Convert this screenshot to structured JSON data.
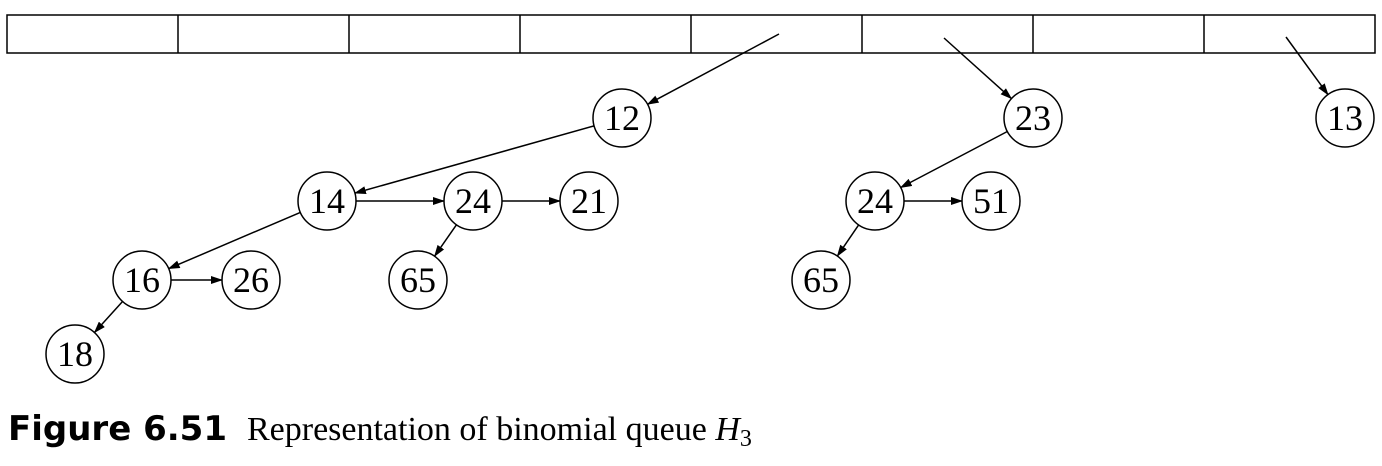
{
  "array": {
    "slots": 8
  },
  "trees": {
    "nodes": [
      {
        "id": "n12",
        "label": "12"
      },
      {
        "id": "n14",
        "label": "14"
      },
      {
        "id": "n24a",
        "label": "24"
      },
      {
        "id": "n21",
        "label": "21"
      },
      {
        "id": "n16",
        "label": "16"
      },
      {
        "id": "n26",
        "label": "26"
      },
      {
        "id": "n65a",
        "label": "65"
      },
      {
        "id": "n18",
        "label": "18"
      },
      {
        "id": "n23",
        "label": "23"
      },
      {
        "id": "n24b",
        "label": "24"
      },
      {
        "id": "n51",
        "label": "51"
      },
      {
        "id": "n65b",
        "label": "65"
      },
      {
        "id": "n13",
        "label": "13"
      }
    ],
    "edges": [
      {
        "from": "slot4",
        "to": "n12"
      },
      {
        "from": "slot5",
        "to": "n23"
      },
      {
        "from": "slot7",
        "to": "n13"
      },
      {
        "from": "n12",
        "to": "n14"
      },
      {
        "from": "n14",
        "to": "n24a"
      },
      {
        "from": "n24a",
        "to": "n21"
      },
      {
        "from": "n14",
        "to": "n16"
      },
      {
        "from": "n16",
        "to": "n26"
      },
      {
        "from": "n24a",
        "to": "n65a"
      },
      {
        "from": "n16",
        "to": "n18"
      },
      {
        "from": "n23",
        "to": "n24b"
      },
      {
        "from": "n24b",
        "to": "n51"
      },
      {
        "from": "n24b",
        "to": "n65b"
      }
    ]
  },
  "caption": {
    "label": "Figure 6.51",
    "text": "Representation of binomial queue ",
    "math": "H",
    "subscript": "3"
  }
}
